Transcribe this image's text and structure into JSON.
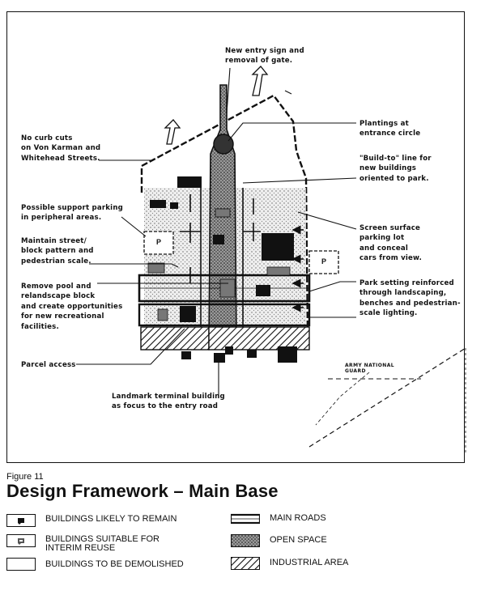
{
  "figure": {
    "label": "Figure 11",
    "title": "Design Framework – Main Base"
  },
  "annotations": {
    "entry_sign": "New entry sign and\nremoval of gate.",
    "no_curb_cuts": "No curb cuts\non Von Karman and\nWhitehead Streets.",
    "plantings": "Plantings at\nentrance circle",
    "build_to": "\"Build-to\" line for\nnew buildings\noriented to park.",
    "support_parking": "Possible support parking\nin peripheral areas.",
    "street_pattern": "Maintain street/\nblock pattern and\npedestrian scale.",
    "screen_parking": "Screen surface\nparking lot\nand conceal\ncars from view.",
    "remove_pool": "Remove pool and\nrelandscape block\nand create opportunities\nfor new recreational\nfacilities.",
    "park_setting": "Park setting reinforced\nthrough landscaping,\nbenches and pedestrian-\nscale lighting.",
    "parcel_access": "Parcel access",
    "army_guard": "ARMY NATIONAL\nGUARD",
    "landmark": "Landmark terminal building\nas focus to the entry road"
  },
  "parking_labels": [
    "P",
    "P"
  ],
  "legend": {
    "remain": "BUILDINGS LIKELY TO REMAIN",
    "interim": "BUILDINGS SUITABLE FOR\nINTERIM REUSE",
    "demolish": "BUILDINGS TO BE DEMOLISHED",
    "main_roads": "MAIN ROADS",
    "open_space": "OPEN SPACE",
    "industrial": "INDUSTRIAL AREA"
  }
}
